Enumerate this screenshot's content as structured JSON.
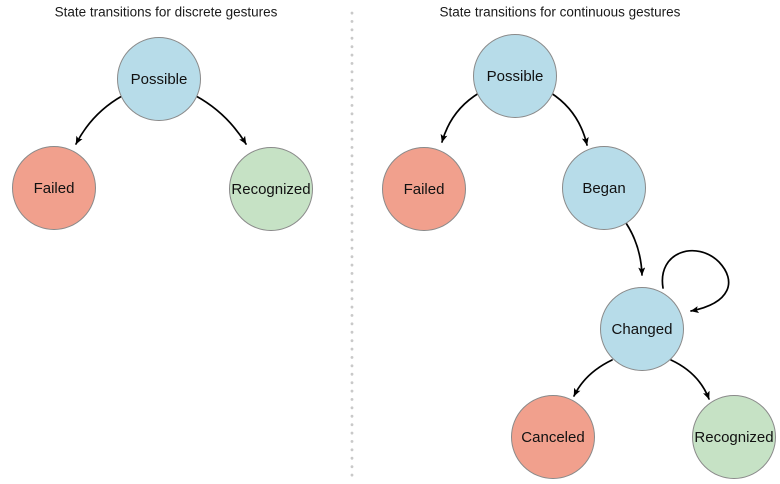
{
  "palette": {
    "node_blue": "#b7dce9",
    "node_red": "#f1a08d",
    "node_green": "#c6e2c5",
    "node_stroke": "#8a8a8a",
    "arrow": "#000000",
    "divider": "#c9c9c9"
  },
  "left_diagram": {
    "title": "State transitions for discrete gestures",
    "nodes": {
      "possible": {
        "label": "Possible",
        "color": "#b7dce9"
      },
      "failed": {
        "label": "Failed",
        "color": "#f1a08d"
      },
      "recognized": {
        "label": "Recognized",
        "color": "#c6e2c5"
      }
    },
    "edges": [
      {
        "from": "Possible",
        "to": "Failed"
      },
      {
        "from": "Possible",
        "to": "Recognized"
      }
    ]
  },
  "right_diagram": {
    "title": "State transitions for continuous gestures",
    "nodes": {
      "possible": {
        "label": "Possible",
        "color": "#b7dce9"
      },
      "failed": {
        "label": "Failed",
        "color": "#f1a08d"
      },
      "began": {
        "label": "Began",
        "color": "#b7dce9"
      },
      "changed": {
        "label": "Changed",
        "color": "#b7dce9"
      },
      "canceled": {
        "label": "Canceled",
        "color": "#f1a08d"
      },
      "recognized": {
        "label": "Recognized",
        "color": "#c6e2c5"
      }
    },
    "edges": [
      {
        "from": "Possible",
        "to": "Failed"
      },
      {
        "from": "Possible",
        "to": "Began"
      },
      {
        "from": "Began",
        "to": "Changed"
      },
      {
        "from": "Changed",
        "to": "Changed"
      },
      {
        "from": "Changed",
        "to": "Canceled"
      },
      {
        "from": "Changed",
        "to": "Recognized"
      }
    ]
  }
}
